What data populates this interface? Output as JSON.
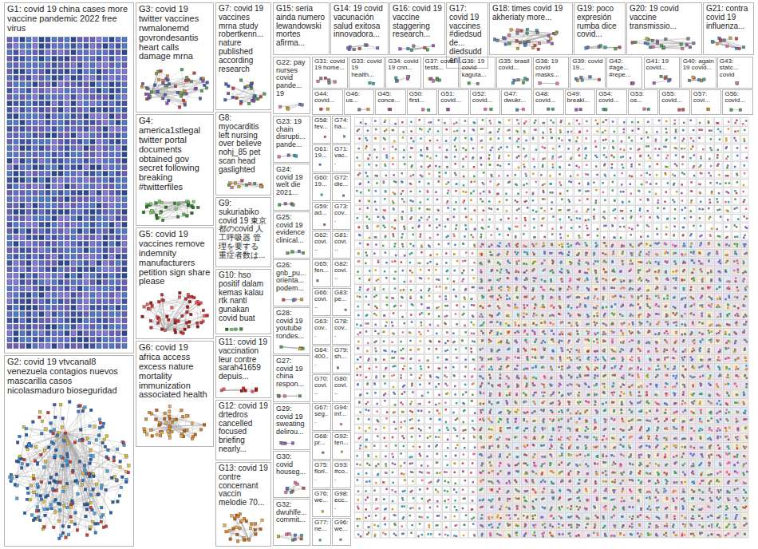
{
  "diagram": {
    "nodes": [
      {
        "text": [
          "G1: covid 19 china cases more vaccine pandemic 2022 free virus"
        ]
      },
      {
        "text": [
          "G2: covid 19 vtvcanal8 venezuela contagios nuevos mascarilla casos nicolasmaduro bioseguridad"
        ]
      },
      {
        "text": [
          "G3: covid 19 twitter vaccines rwmalonemd govrondesantis heart calls damage mrna"
        ]
      },
      {
        "text": [
          "G4: america1stlegal twitter portal documents obtained gov secret following breaking #twitterfiles"
        ]
      },
      {
        "text": [
          "G5: covid 19 vaccines remove indemnity manufacturers petition sign share please"
        ]
      },
      {
        "text": [
          "G6: covid 19 africa access excess nature mortality immunization associated health"
        ]
      },
      {
        "text": [
          "G7: covid 19 vaccines mrna study robertkenn... nature published according research"
        ]
      },
      {
        "text": [
          "G8: myocarditis left nursing over believe nohj_85 pet scan head gaslighted"
        ]
      },
      {
        "text": [
          "G9: sukuriabiko covid 19 東京都のcovid 人工呼吸器 管理を要する 重症者数は..."
        ]
      },
      {
        "text": [
          "G10: hso positif dalam kemas kalau rtk nanti gunakan covid buat"
        ]
      },
      {
        "text": [
          "G11: covid 19 vaccination leur contre sarah41659 depuis..."
        ]
      },
      {
        "text": [
          "G12: covid 19 drtedros cancelled focused briefing nearly..."
        ]
      },
      {
        "text": [
          "G13: covid 19 contre concernant vaccin melodie 70..."
        ]
      },
      {
        "text": [
          "G15: seria ainda numero lewandowski mortes afirma..."
        ]
      },
      {
        "text": [
          "G14: 19 covid vacunación salud exitosa innovadora..."
        ]
      },
      {
        "text": [
          "G16: covid 19 vaccine staggering research..."
        ]
      },
      {
        "text": [
          "G17: covid 19 vaccines #diedsudde... diedsuddenl..."
        ]
      },
      {
        "text": [
          "G18: times covid 19 akheriaty more..."
        ]
      },
      {
        "text": [
          "G19: poco expresión rumba dice covid..."
        ]
      },
      {
        "text": [
          "G20: 19 covid vaccine transmissio..."
        ]
      },
      {
        "text": [
          "G21: contra covid 19 influenza..."
        ]
      },
      {
        "text": [
          "G22: pay nurses covid pande... 19"
        ]
      },
      {
        "text": [
          "G31: covid 19 home..."
        ]
      },
      {
        "text": [
          "G33: covid 19 health..."
        ]
      },
      {
        "text": [
          "G34: covid 19 cnn..."
        ]
      },
      {
        "text": [
          "G37: covid tests..."
        ]
      },
      {
        "text": [
          "G36: 19 covid kaguta..."
        ]
      },
      {
        "text": [
          "G35: brasil covid..."
        ]
      },
      {
        "text": [
          "G38: 19 covid masks..."
        ]
      },
      {
        "text": [
          "G39: covid 19..."
        ]
      },
      {
        "text": [
          "G42: #age... #repe..."
        ]
      },
      {
        "text": [
          "G41: 19 covid..."
        ]
      },
      {
        "text": [
          "G40: again 19 covid..."
        ]
      },
      {
        "text": [
          "G43: statc... covid"
        ]
      },
      {
        "text": [
          "G44: covid..."
        ]
      },
      {
        "text": [
          "G46: us..."
        ]
      },
      {
        "text": [
          "G45: conce..."
        ]
      },
      {
        "text": [
          "G50: first..."
        ]
      },
      {
        "text": [
          "G51: covid..."
        ]
      },
      {
        "text": [
          "G52: covid..."
        ]
      },
      {
        "text": [
          "G47: dwukr..."
        ]
      },
      {
        "text": [
          "G48: covid..."
        ]
      },
      {
        "text": [
          "G49: breaki..."
        ]
      },
      {
        "text": [
          "G54: covid..."
        ]
      },
      {
        "text": [
          "G53: os..."
        ]
      },
      {
        "text": [
          "G55: covid..."
        ]
      },
      {
        "text": [
          "G57: covi..."
        ]
      },
      {
        "text": [
          "G56: covid..."
        ]
      },
      {
        "text": [
          "G23: 19 chain disrupti... pande..."
        ]
      },
      {
        "text": [
          "G24: covid 19 welt die 2021..."
        ]
      },
      {
        "text": [
          "G25: covid 19 evidence clinical..."
        ]
      },
      {
        "text": [
          "G26: gnb_pu... orienta... podem..."
        ]
      },
      {
        "text": [
          "G28: covid 19 youtube rondes..."
        ]
      },
      {
        "text": [
          "G27: covid 19 china respon..."
        ]
      },
      {
        "text": [
          "G29: covid 19 sweating delirou..."
        ]
      },
      {
        "text": [
          "G30: covid houseg..."
        ]
      },
      {
        "text": [
          "G32: dwuhlfe... commit..."
        ]
      },
      {
        "text": [
          "G58: fev..."
        ]
      },
      {
        "text": [
          "G61: 19..."
        ]
      },
      {
        "text": [
          "G60: 19..."
        ]
      },
      {
        "text": [
          "G59: ad..."
        ]
      },
      {
        "text": [
          "G62: covi..."
        ]
      },
      {
        "text": [
          "G65: fen..."
        ]
      },
      {
        "text": [
          "G66: covi..."
        ]
      },
      {
        "text": [
          "G63: cov..."
        ]
      },
      {
        "text": [
          "G64: 400..."
        ]
      },
      {
        "text": [
          "G70: covi..."
        ]
      },
      {
        "text": [
          "G67: seg..."
        ]
      },
      {
        "text": [
          "G68: pr..."
        ]
      },
      {
        "text": [
          "G75: flori..."
        ]
      },
      {
        "text": [
          "G76: we..."
        ]
      },
      {
        "text": [
          "G77: ne..."
        ]
      },
      {
        "text": [
          "G74: ha..."
        ]
      },
      {
        "text": [
          "G71: vac..."
        ]
      },
      {
        "text": [
          "G72: die..."
        ]
      },
      {
        "text": [
          "G73: cov..."
        ]
      },
      {
        "text": [
          "G81: covi..."
        ]
      },
      {
        "text": [
          "G82: covi..."
        ]
      },
      {
        "text": [
          "G83: pe..."
        ]
      },
      {
        "text": [
          "G78: cov..."
        ]
      },
      {
        "text": [
          "G79: sh..."
        ]
      },
      {
        "text": [
          "G80: covi..."
        ]
      },
      {
        "text": [
          "G94: inf..."
        ]
      },
      {
        "text": [
          "G92: ten..."
        ]
      },
      {
        "text": [
          "G93: #co..."
        ]
      },
      {
        "text": [
          "G98: ecc..."
        ]
      },
      {
        "text": [
          "G96: we..."
        ]
      }
    ]
  }
}
